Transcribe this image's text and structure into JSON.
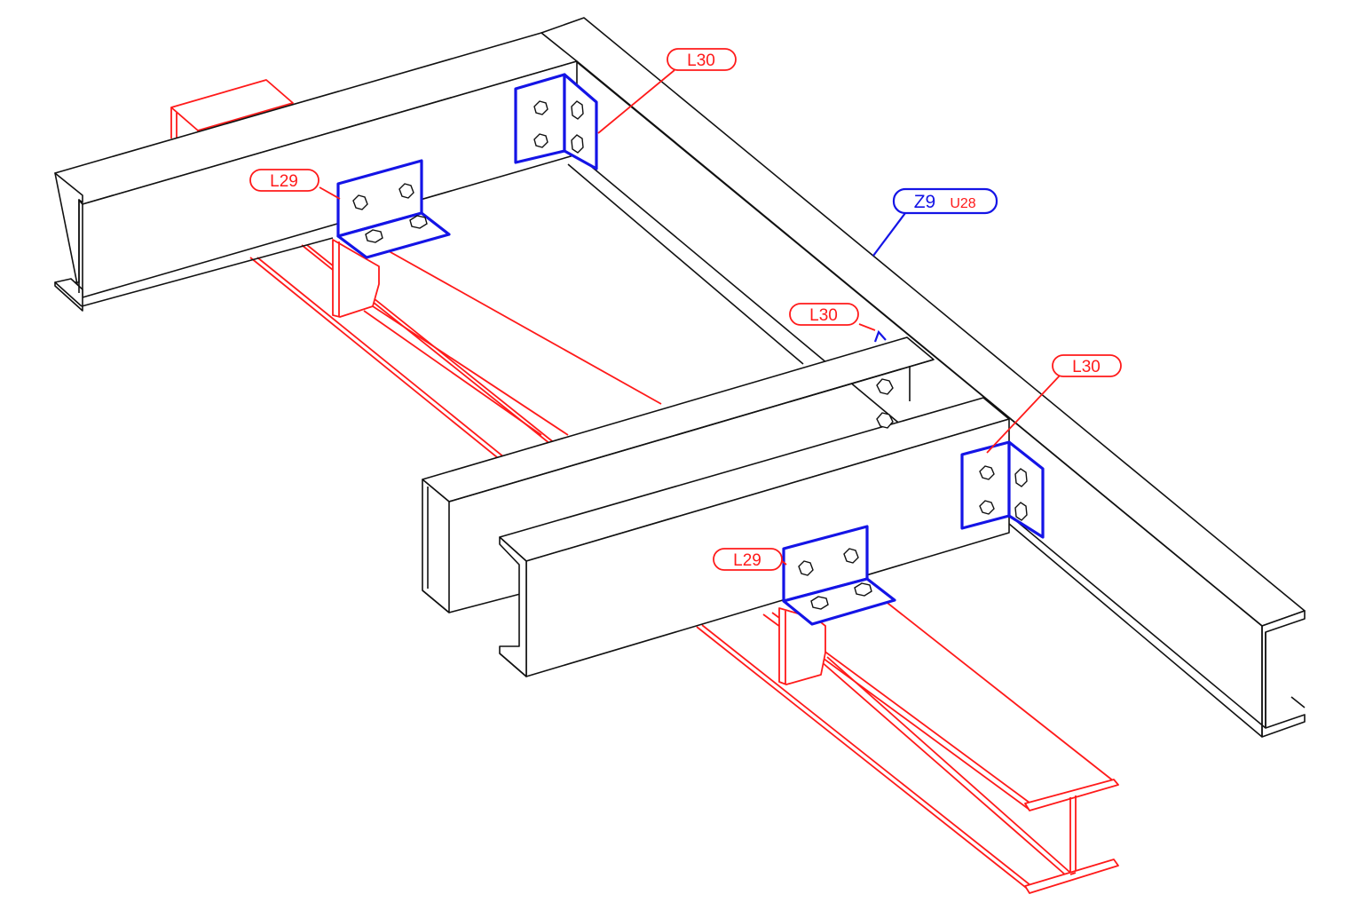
{
  "labels": {
    "l30_top": "L30",
    "l29_left": "L29",
    "z9_main": "Z9",
    "z9_sub": "U28",
    "l30_middle": "L30",
    "l30_right": "L30",
    "l29_bottom": "L29"
  },
  "colors": {
    "lower_steel": "#ff1a1a",
    "upper_steel": "#111111",
    "angles": "#1414e6",
    "red_tags": "#ff1a1a",
    "blue_tags": "#1414e6"
  },
  "icons": {
    "bolt": "hex-bolt-icon"
  }
}
